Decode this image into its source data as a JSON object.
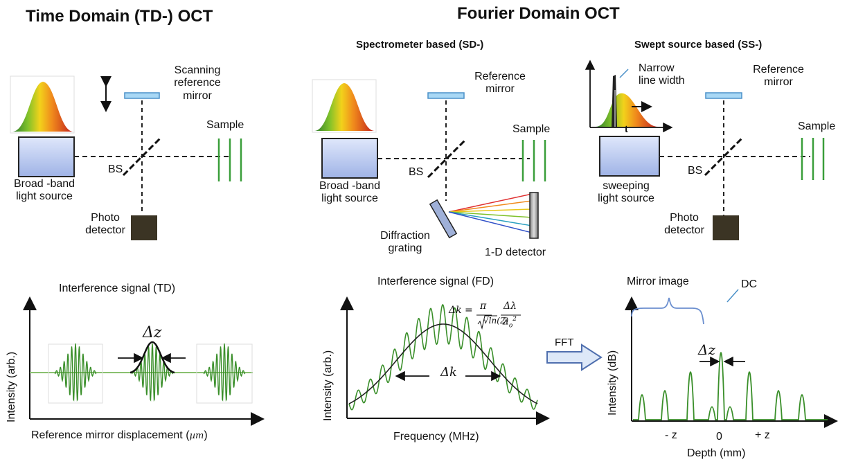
{
  "titles": {
    "td": "Time Domain (TD-) OCT",
    "fd": "Fourier Domain OCT",
    "sd": "Spectrometer based",
    "sd_tag": "(SD-)",
    "ss": "Swept source based",
    "ss_tag": "(SS-)"
  },
  "td_panel": {
    "mirror_label_1": "Scanning",
    "mirror_label_2": "reference",
    "mirror_label_3": "mirror",
    "sample": "Sample",
    "bs": "BS",
    "source_1": "Broad -band",
    "source_2": "light source",
    "detector_1": "Photo",
    "detector_2": "detector",
    "signal_title": "Interference signal (TD)",
    "ylabel": "Intensity (arb.)",
    "xlabel": "Reference mirror displacement (",
    "xlabel_unit": "µm",
    "xlabel_end": ")",
    "delta": "Δz"
  },
  "sd_panel": {
    "mirror_label_1": "Reference",
    "mirror_label_2": "mirror",
    "sample": "Sample",
    "bs": "BS",
    "source_1": "Broad -band",
    "source_2": "light source",
    "grating_1": "Diffraction",
    "grating_2": "grating",
    "detector": "1-D detector",
    "signal_title": "Interference signal (FD)",
    "ylabel": "Intensity (arb.)",
    "xlabel": "Frequency  (MHz)",
    "delta": "Δk",
    "formula_lhs": "Δk =",
    "formula_pi": "π",
    "formula_ln": "√ln(2)",
    "formula_dl": "Δλ",
    "formula_l0": "λ",
    "formula_sub": "o",
    "formula_sup": "2"
  },
  "ss_panel": {
    "narrow_1": "Narrow",
    "narrow_2": "line width",
    "t": "t",
    "mirror_label_1": "Reference",
    "mirror_label_2": "mirror",
    "sample": "Sample",
    "bs": "BS",
    "source_1": "sweeping",
    "source_2": "light source",
    "detector_1": "Photo",
    "detector_2": "detector"
  },
  "depth_plot": {
    "mirror_image": "Mirror image",
    "dc": "DC",
    "ylabel": "Intensity (dB)",
    "xlabel": "Depth (mm)",
    "neg": "- z",
    "zero": "0",
    "pos": "+ z",
    "delta": "Δz",
    "fft": "FFT"
  },
  "colors": {
    "green": "#3a8f2a",
    "mirror": "#6bb4e6",
    "box_fill": "#b8c8ee",
    "detector": "#3b3424",
    "arrow_fill": "#dde8f8",
    "arrow_stroke": "#4f6fae"
  }
}
